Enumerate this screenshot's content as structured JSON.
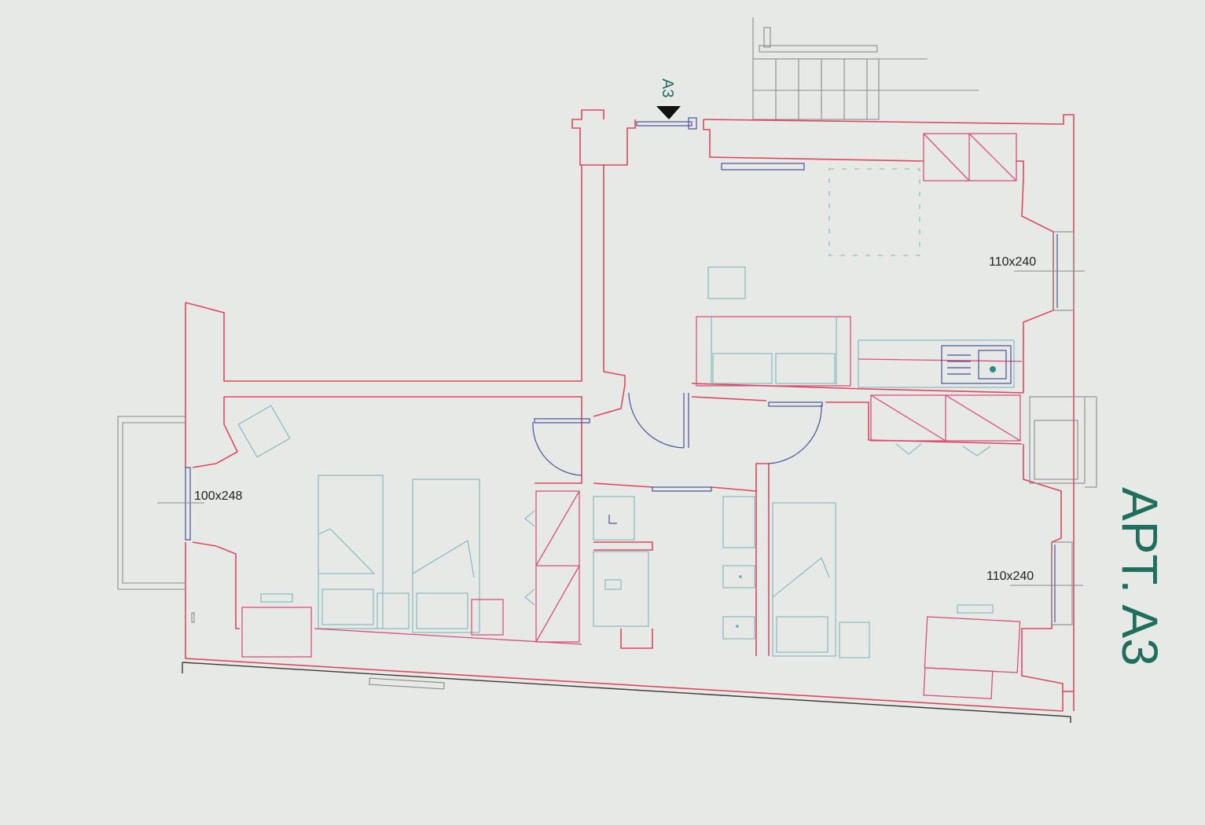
{
  "plan": {
    "apartment_label": "APT. A3",
    "entrance_marker": "A3",
    "window_labels": {
      "living_room_window": "110x240",
      "bedroom_right_window": "110x240",
      "bedroom_left_window": "100x248"
    },
    "colors": {
      "walls": "#e0485f",
      "furniture": "#7fb4bf",
      "doors": "#4a4f9a",
      "label_accent": "#1f6e5e",
      "background": "#e6e9e6"
    }
  }
}
